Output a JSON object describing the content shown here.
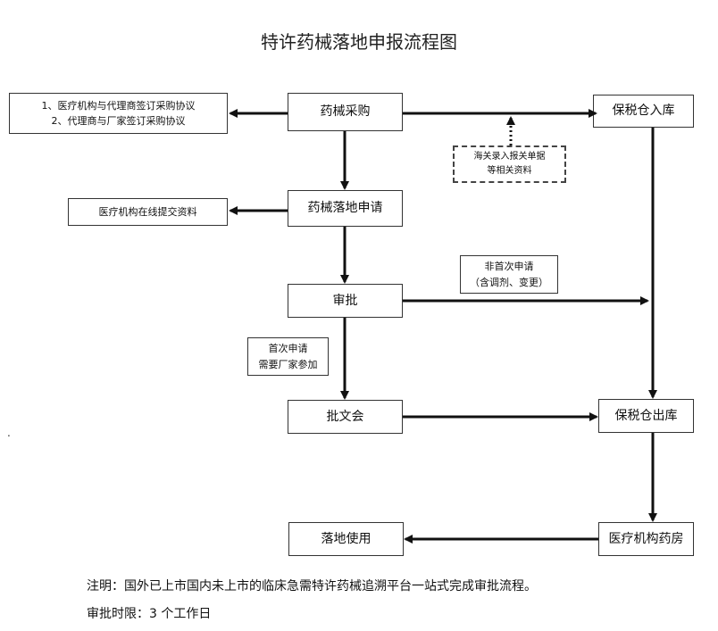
{
  "title": "特许药械落地申报流程图",
  "nodes": {
    "purchase": "药械采购",
    "landing_apply": "药械落地申请",
    "approval": "审批",
    "document": "批文会",
    "bonded_in": "保税仓入库",
    "bonded_out": "保税仓出库",
    "pharmacy": "医疗机构药房",
    "use": "落地使用"
  },
  "side_notes": {
    "agreement_line1": "1、医疗机构与代理商签订采购协议",
    "agreement_line2": "2、代理商与厂家签订采购协议",
    "online_submit": "医疗机构在线提交资料",
    "customs_line1": "海关录入报关单据",
    "customs_line2": "等相关资料",
    "non_first_line1": "非首次申请",
    "non_first_line2": "（含调剂、变更）",
    "first_line1": "首次申请",
    "first_line2": "需要厂家参加"
  },
  "footer": {
    "note": "注明：国外已上市国内未上市的临床急需特许药械追溯平台一站式完成审批流程。",
    "time_limit": "审批时限：3 个工作日"
  },
  "colors": {
    "line": "#111111",
    "border": "#333333"
  }
}
